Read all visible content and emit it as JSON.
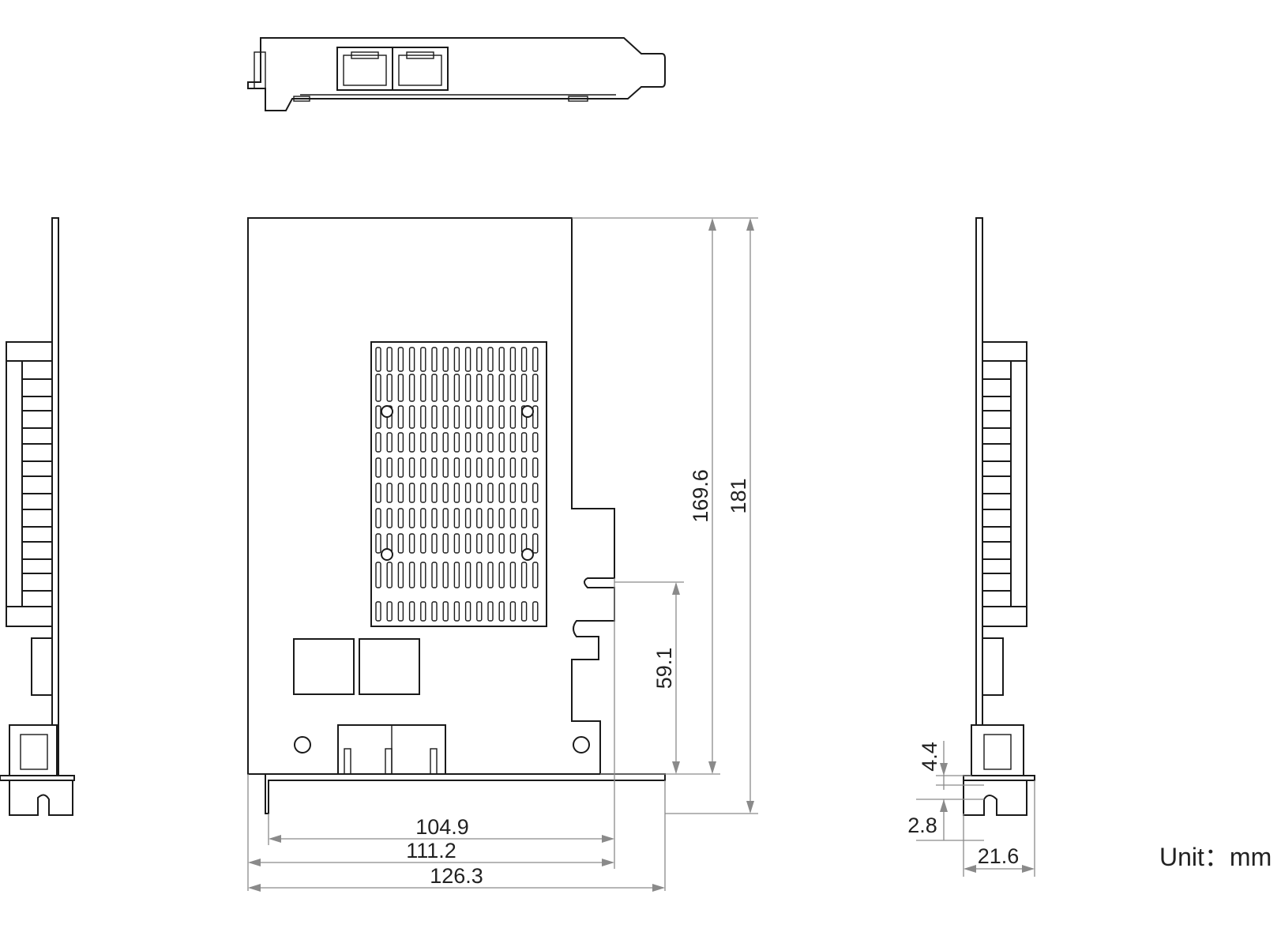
{
  "dimensions": {
    "height_169_6": "169.6",
    "height_181": "181",
    "pin_59_1": "59.1",
    "width_104_9": "104.9",
    "width_111_2": "111.2",
    "width_126_3": "126.3",
    "side_4_4": "4.4",
    "side_2_8": "2.8",
    "side_21_6": "21.6"
  },
  "unit_label": "Unit：mm",
  "colors": {
    "outline": "#1a1a1a",
    "dimension": "#8a8a8a",
    "background": "#ffffff"
  }
}
